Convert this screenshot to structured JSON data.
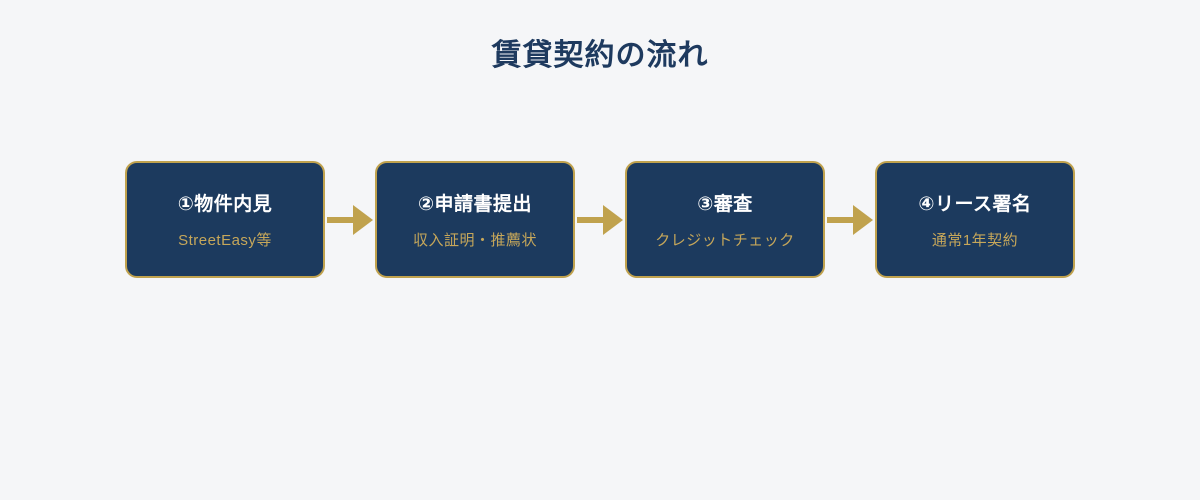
{
  "page": {
    "title": "賃貸契約の流れ",
    "colors": {
      "bg": "#f5f6f8",
      "navy": "#1c3a5e",
      "gold": "#c0a24e",
      "subtitle_gold": "#c6a75a",
      "heading": "#1e3a5f",
      "box_text": "#ffffff"
    }
  },
  "flow": {
    "steps": [
      {
        "title": "①物件内見",
        "subtitle": "StreetEasy等"
      },
      {
        "title": "②申請書提出",
        "subtitle": "収入証明・推薦状"
      },
      {
        "title": "③審査",
        "subtitle": "クレジットチェック"
      },
      {
        "title": "④リース署名",
        "subtitle": "通常1年契約"
      }
    ]
  }
}
